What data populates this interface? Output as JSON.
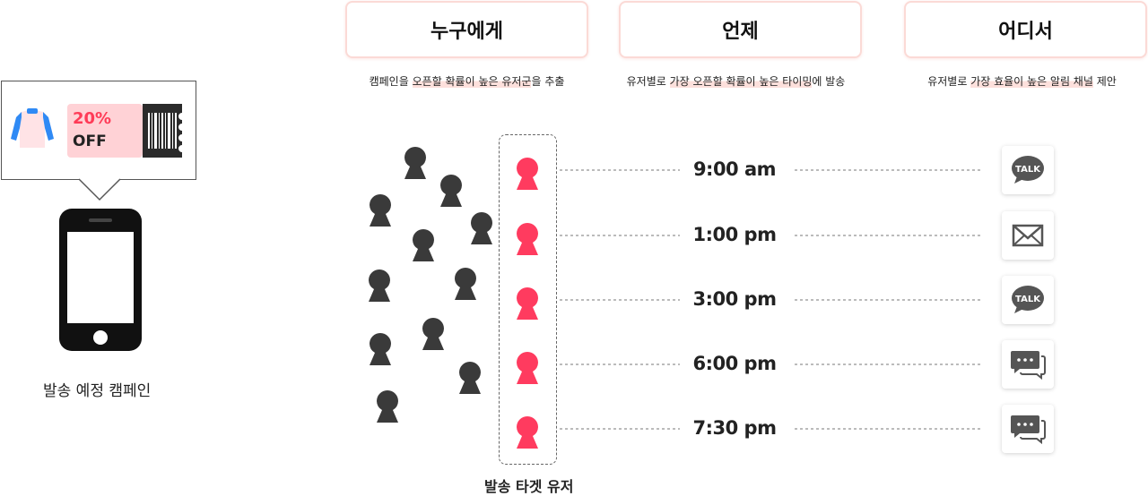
{
  "headers": [
    {
      "title": "누구에게",
      "subtitle_parts": [
        {
          "text": "캠페인을 ",
          "hl": false
        },
        {
          "text": "오픈할 확률이 높은 유저군",
          "hl": true
        },
        {
          "text": "을 추출",
          "hl": false
        }
      ]
    },
    {
      "title": "언제",
      "subtitle_parts": [
        {
          "text": "유저별로 ",
          "hl": false
        },
        {
          "text": "가장 오픈할 확률이 높은 타이밍",
          "hl": true
        },
        {
          "text": "에 발송",
          "hl": false
        }
      ]
    },
    {
      "title": "어디서",
      "subtitle_parts": [
        {
          "text": "유저별로 ",
          "hl": false
        },
        {
          "text": "가장 효율이 높은 알림 채널",
          "hl": true
        },
        {
          "text": " 제안",
          "hl": false
        }
      ]
    }
  ],
  "campaign": {
    "discount": "20%",
    "off_label": "OFF",
    "caption": "발송 예정 캠페인"
  },
  "target_caption": "발송 타겟 유저",
  "schedule": [
    {
      "time": "9:00 am",
      "channel": "talk-icon",
      "channel_label": "TALK"
    },
    {
      "time": "1:00 pm",
      "channel": "mail-icon",
      "channel_label": ""
    },
    {
      "time": "3:00 pm",
      "channel": "talk-icon",
      "channel_label": "TALK"
    },
    {
      "time": "6:00 pm",
      "channel": "message-icon",
      "channel_label": ""
    },
    {
      "time": "7:30 pm",
      "channel": "message-icon",
      "channel_label": ""
    }
  ],
  "colors": {
    "accent": "#ff3b5f",
    "user_dark": "#3a3a3a",
    "header_border": "#fbdad6",
    "highlight": "#fde0dc"
  }
}
